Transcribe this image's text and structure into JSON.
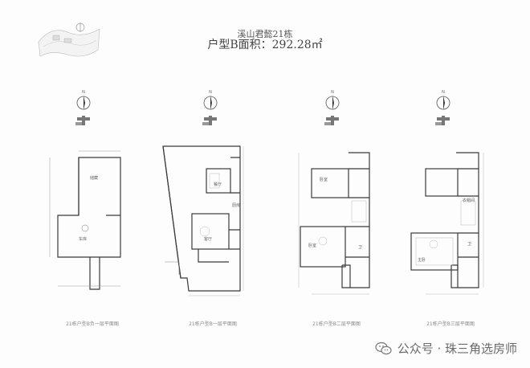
{
  "header": {
    "project_name": "溪山君懿21栋",
    "area_label": "户型B面积：292.28㎡"
  },
  "plans": [
    {
      "caption": "21栋户型B负一层平面图",
      "rooms": [
        "车库",
        "储藏"
      ]
    },
    {
      "caption": "21栋户型B一层平面图",
      "rooms": [
        "客厅",
        "餐厅",
        "厨房"
      ]
    },
    {
      "caption": "21栋户型B二层平面图",
      "rooms": [
        "卧室",
        "卧室",
        "卫"
      ]
    },
    {
      "caption": "21栋户型B三层平面图",
      "rooms": [
        "主卧",
        "衣帽间",
        "卫"
      ]
    }
  ],
  "watermark": {
    "text": "公众号 · 珠三角选房师",
    "icon": "wechat-icon"
  },
  "colors": {
    "line": "#3a3a3a",
    "text": "#555555"
  }
}
